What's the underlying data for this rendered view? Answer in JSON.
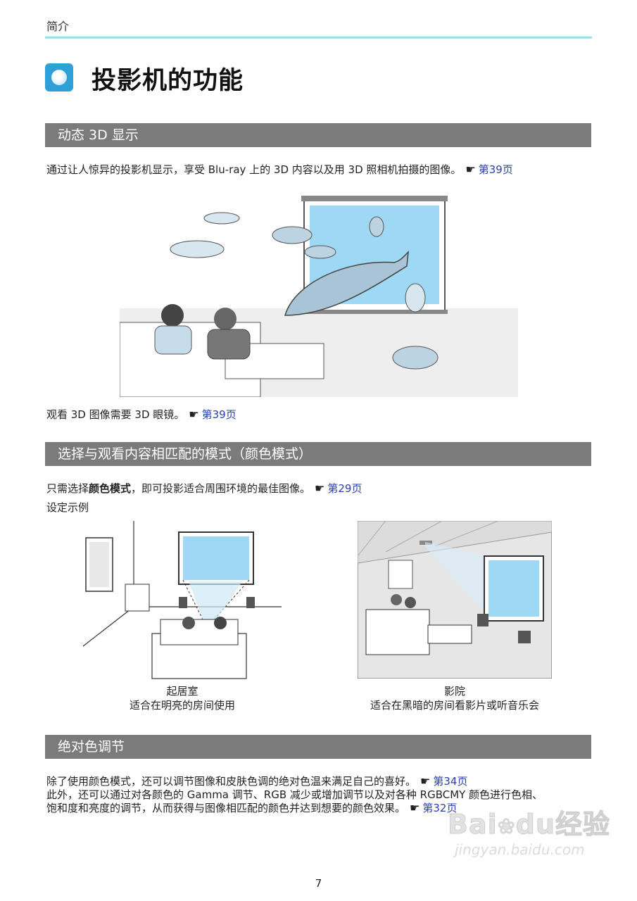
{
  "header": {
    "label": "简介"
  },
  "title": "投影机的功能",
  "sections": {
    "s1": {
      "heading": "动态 3D 显示",
      "p1_text": "通过让人惊异的投影机显示，享受 Blu-ray 上的 3D 内容以及用 3D 照相机拍摄的图像。",
      "p1_ref": "第39页",
      "p2_text": "观看 3D 图像需要 3D 眼镜。",
      "p2_ref": "第39页"
    },
    "s2": {
      "heading": "选择与观看内容相匹配的模式（颜色模式）",
      "p1_pre": "只需选择",
      "p1_bold": "颜色模式",
      "p1_post": "，即可投影适合周围环境的最佳图像。",
      "p1_ref": "第29页",
      "p2_text": "设定示例",
      "captions": {
        "living_title": "起居室",
        "living_desc": "适合在明亮的房间使用",
        "theater_title": "影院",
        "theater_desc": "适合在黑暗的房间看影片或听音乐会"
      }
    },
    "s3": {
      "heading": "绝对色调节",
      "line1": "除了使用颜色模式，还可以调节图像和皮肤色调的绝对色温来满足自己的喜好。",
      "line1_ref": "第34页",
      "line2": "此外，还可以通过对各颜色的 Gamma 调节、RGB 减少或增加调节以及对各种 RGBCMY 颜色进行色相、",
      "line3": "饱和度和亮度的调节，从而获得与图像相匹配的颜色并达到想要的颜色效果。",
      "line3_ref": "第32页"
    }
  },
  "page_number": "7",
  "watermark": {
    "brand_a": "Bai",
    "brand_b": "du",
    "brand_c": "经验",
    "url": "jingyan.baidu.com"
  },
  "ref_icon": "pointing-hand-icon",
  "colors": {
    "section_bar": "#7b7b7b",
    "link": "#2a3fb0",
    "screen": "#9fd8f4",
    "accent": "#2f9fd8"
  }
}
